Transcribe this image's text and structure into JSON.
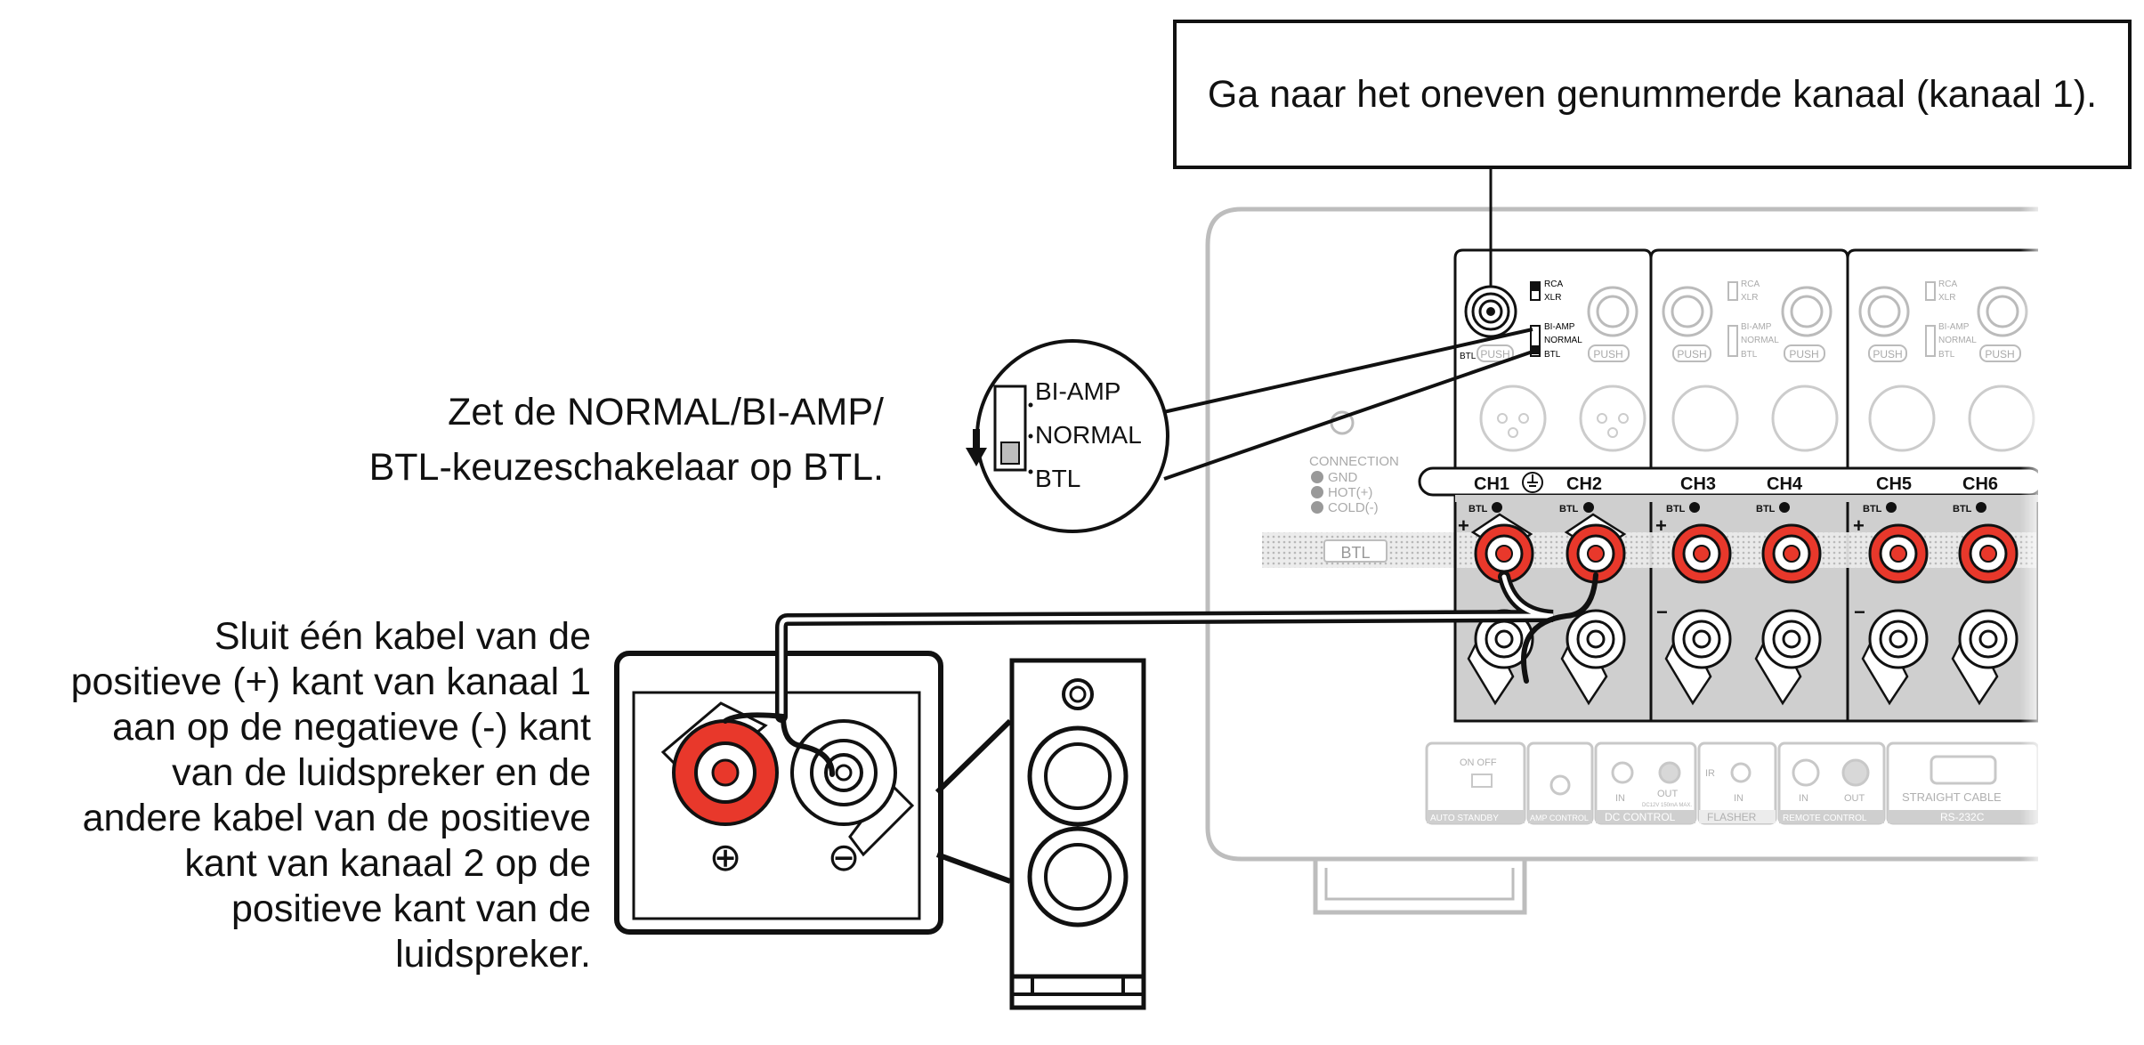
{
  "callout": {
    "text": "Ga naar het oneven genummerde kanaal (kanaal 1)."
  },
  "instruction_btl": {
    "lines": [
      "Zet de NORMAL/BI-AMP/",
      "BTL-keuzeschakelaar op BTL."
    ]
  },
  "instruction_cable": {
    "lines": [
      "Sluit één kabel van de",
      "positieve (+) kant van kanaal 1",
      "aan op de negatieve (-) kant",
      "van de luidspreker en de",
      "andere kabel van de positieve",
      "kant van kanaal 2 op de",
      "positieve kant van de",
      "luidspreker."
    ]
  },
  "zoom_switch": {
    "bi_amp": "BI-AMP",
    "normal": "NORMAL",
    "btl": "BTL"
  },
  "panel": {
    "channels": [
      "CH1",
      "CH2",
      "CH3",
      "CH4",
      "CH5",
      "CH6"
    ],
    "input_labels": {
      "rca": "RCA",
      "xlr": "XLR",
      "bi_amp": "BI-AMP",
      "normal": "NORMAL",
      "btl": "BTL",
      "push": "PUSH"
    },
    "btl_strip": "BTL",
    "btl_tag": "BTL",
    "connection": {
      "title": "CONNECTION",
      "gnd": "GND",
      "hot": "HOT(+)",
      "cold": "COLD(-)"
    },
    "bottom": {
      "on_off": "ON  OFF",
      "auto_standby": "AUTO STANDBY",
      "amp_control": "AMP CONTROL",
      "dc_in": "IN",
      "dc_out": "OUT",
      "dc_spec": "DC12V 150mA MAX.",
      "dc_control": "DC CONTROL",
      "ir": "IR",
      "flasher_in": "IN",
      "flasher": "FLASHER",
      "remote_in": "IN",
      "remote_out": "OUT",
      "remote_control": "REMOTE CONTROL",
      "straight_cable": "STRAIGHT CABLE",
      "rs232c": "RS-232C"
    }
  },
  "speaker_zoom": {
    "plus": "⊕",
    "minus": "⊖"
  },
  "colors": {
    "accent_red": "#e8382b",
    "panel_gray": "#cfcfcf",
    "line": "#111111",
    "faint": "#bdbdbd"
  }
}
